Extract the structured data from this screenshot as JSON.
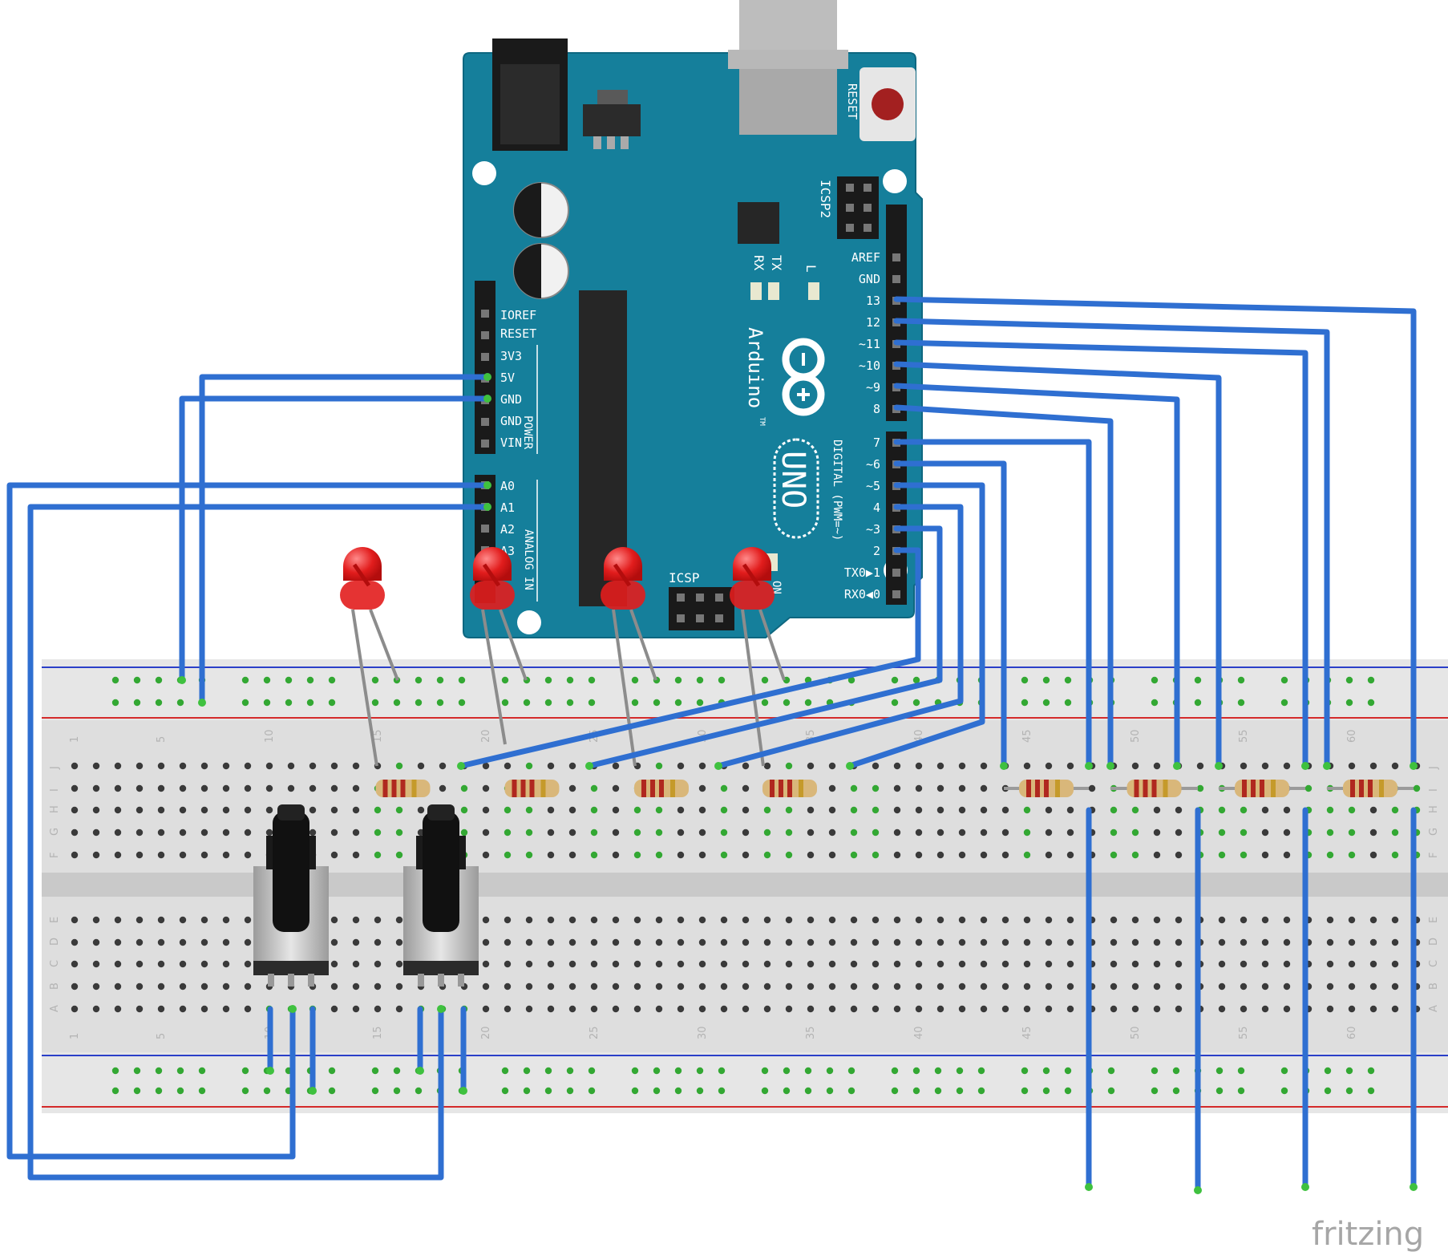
{
  "arduino": {
    "reset_label": "RESET",
    "icsp2_label": "ICSP2",
    "icsp_label": "ICSP",
    "tx_label": "TX",
    "rx_label": "RX",
    "l_label": "L",
    "brand_label": "Arduino",
    "tm_label": "TM",
    "model_label": "UNO",
    "on_label": "ON",
    "power_group_label": "POWER",
    "analog_group_label": "ANALOG IN",
    "digital_group_label": "DIGITAL (PWM=~)",
    "power_pins": [
      "IOREF",
      "RESET",
      "3V3",
      "5V",
      "GND",
      "GND",
      "VIN"
    ],
    "analog_pins": [
      "A0",
      "A1",
      "A2",
      "A3"
    ],
    "digital_pins_top": [
      "AREF",
      "GND",
      "13",
      "12",
      "~11",
      "~10",
      "~9",
      "8"
    ],
    "digital_pins_bottom": [
      "7",
      "~6",
      "~5",
      "4",
      "~3",
      "2",
      "TX0▶1",
      "RX0◀0"
    ]
  },
  "breadboard": {
    "column_numbers": [
      "1",
      "5",
      "10",
      "15",
      "20",
      "25",
      "30",
      "35",
      "40",
      "45",
      "50",
      "55",
      "60"
    ],
    "top_row_letters": [
      "J",
      "I",
      "H",
      "G",
      "F"
    ],
    "bottom_row_letters": [
      "E",
      "D",
      "C",
      "B",
      "A"
    ]
  },
  "colors": {
    "board": "#157f9b",
    "wire": "#2f6fd1",
    "led": "#e21d1d",
    "breadboard": "#dedede",
    "rail_blue": "#2a3fc8",
    "rail_red": "#d42a2a"
  },
  "watermark": "fritzing"
}
